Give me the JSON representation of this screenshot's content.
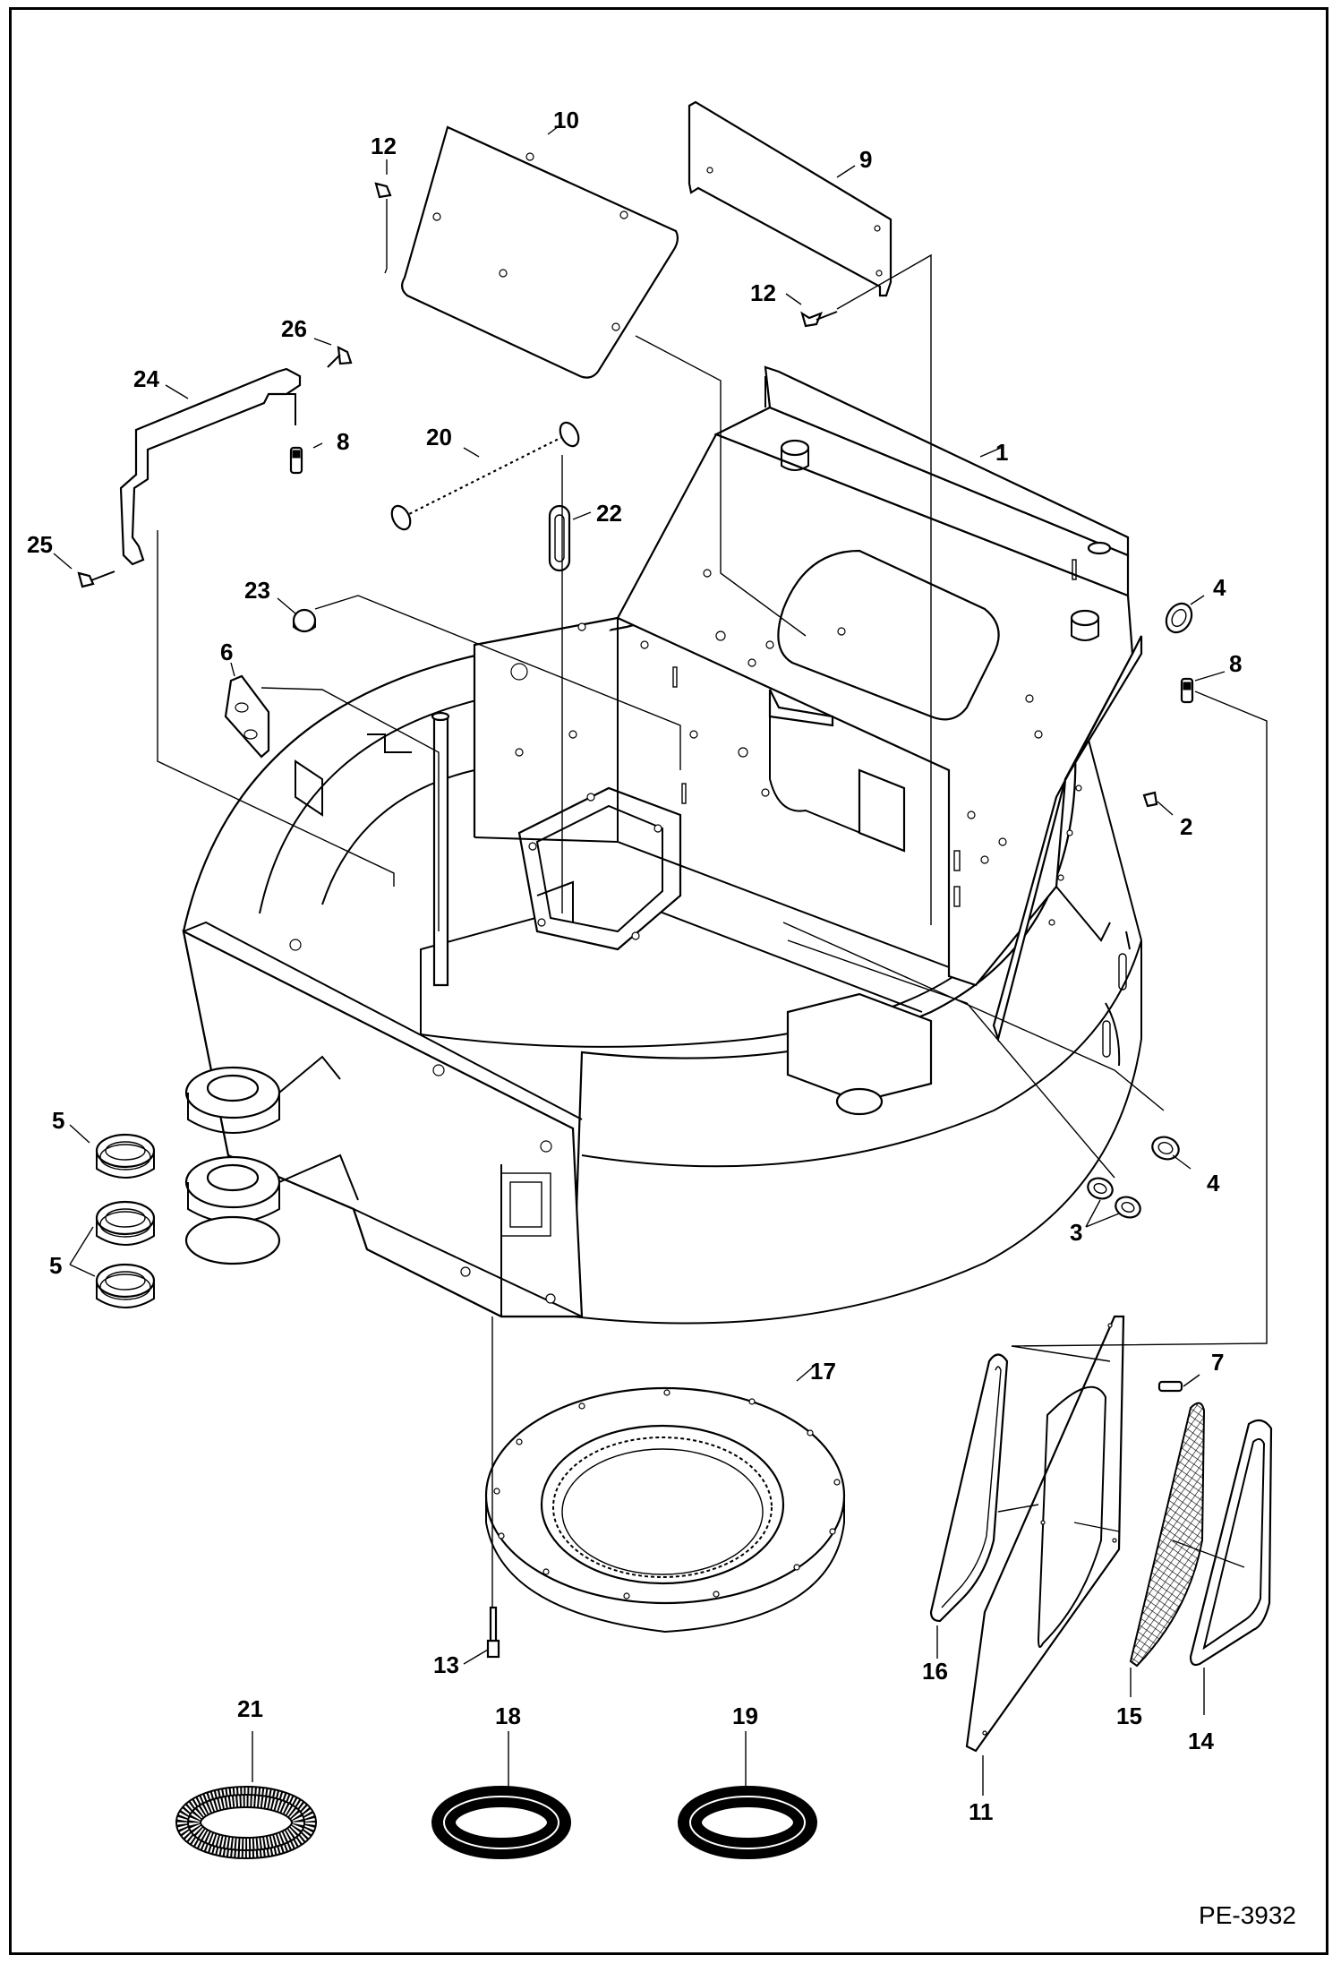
{
  "diagram": {
    "page_code": "PE-3932",
    "callouts": [
      {
        "id": "c1",
        "label": "1"
      },
      {
        "id": "c2",
        "label": "2"
      },
      {
        "id": "c3",
        "label": "3"
      },
      {
        "id": "c4a",
        "label": "4"
      },
      {
        "id": "c4b",
        "label": "4"
      },
      {
        "id": "c5a",
        "label": "5"
      },
      {
        "id": "c5b",
        "label": "5"
      },
      {
        "id": "c6",
        "label": "6"
      },
      {
        "id": "c7",
        "label": "7"
      },
      {
        "id": "c8a",
        "label": "8"
      },
      {
        "id": "c8b",
        "label": "8"
      },
      {
        "id": "c9",
        "label": "9"
      },
      {
        "id": "c10",
        "label": "10"
      },
      {
        "id": "c11",
        "label": "11"
      },
      {
        "id": "c12a",
        "label": "12"
      },
      {
        "id": "c12b",
        "label": "12"
      },
      {
        "id": "c13",
        "label": "13"
      },
      {
        "id": "c14",
        "label": "14"
      },
      {
        "id": "c15",
        "label": "15"
      },
      {
        "id": "c16",
        "label": "16"
      },
      {
        "id": "c17",
        "label": "17"
      },
      {
        "id": "c18",
        "label": "18"
      },
      {
        "id": "c19",
        "label": "19"
      },
      {
        "id": "c20",
        "label": "20"
      },
      {
        "id": "c21",
        "label": "21"
      },
      {
        "id": "c22",
        "label": "22"
      },
      {
        "id": "c23",
        "label": "23"
      },
      {
        "id": "c24",
        "label": "24"
      },
      {
        "id": "c25",
        "label": "25"
      },
      {
        "id": "c26",
        "label": "26"
      }
    ]
  }
}
